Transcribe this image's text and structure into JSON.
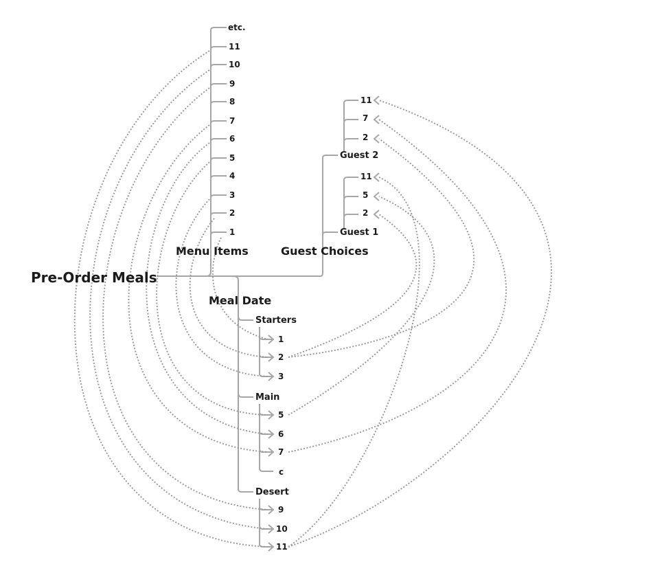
{
  "root": {
    "label": "Pre-Order Meals"
  },
  "menu_items": {
    "label": "Menu Items",
    "items": [
      "1",
      "2",
      "3",
      "4",
      "5",
      "6",
      "7",
      "8",
      "9",
      "10",
      "11",
      "etc."
    ]
  },
  "guest_choices": {
    "label": "Guest Choices",
    "guests": [
      {
        "label": "Guest 1",
        "choices": [
          "2",
          "5",
          "11"
        ]
      },
      {
        "label": "Guest 2",
        "choices": [
          "2",
          "7",
          "11"
        ]
      }
    ]
  },
  "meal_date": {
    "label": "Meal Date",
    "courses": [
      {
        "label": "Starters",
        "items": [
          "1",
          "2",
          "3"
        ]
      },
      {
        "label": "Main",
        "items": [
          "5",
          "6",
          "7",
          "c"
        ]
      },
      {
        "label": "Desert",
        "items": [
          "9",
          "10",
          "11"
        ]
      }
    ]
  },
  "links": {
    "menu_to_course": [
      {
        "from": "1",
        "to": "Starters/1"
      },
      {
        "from": "2",
        "to": "Starters/2"
      },
      {
        "from": "3",
        "to": "Starters/3"
      },
      {
        "from": "5",
        "to": "Main/5"
      },
      {
        "from": "6",
        "to": "Main/6"
      },
      {
        "from": "7",
        "to": "Main/7"
      },
      {
        "from": "9",
        "to": "Desert/9"
      },
      {
        "from": "10",
        "to": "Desert/10"
      },
      {
        "from": "11",
        "to": "Desert/11"
      }
    ],
    "course_to_guest": [
      {
        "from": "Starters/2",
        "to": "Guest 1/2"
      },
      {
        "from": "Main/5",
        "to": "Guest 1/5"
      },
      {
        "from": "Desert/11",
        "to": "Guest 1/11"
      },
      {
        "from": "Starters/2",
        "to": "Guest 2/2"
      },
      {
        "from": "Main/7",
        "to": "Guest 2/7"
      },
      {
        "from": "Desert/11",
        "to": "Guest 2/11"
      }
    ]
  },
  "colors": {
    "tree_line": "#a6a6a6",
    "link_line": "#9a9a9a",
    "text": "#1a1a1a"
  }
}
